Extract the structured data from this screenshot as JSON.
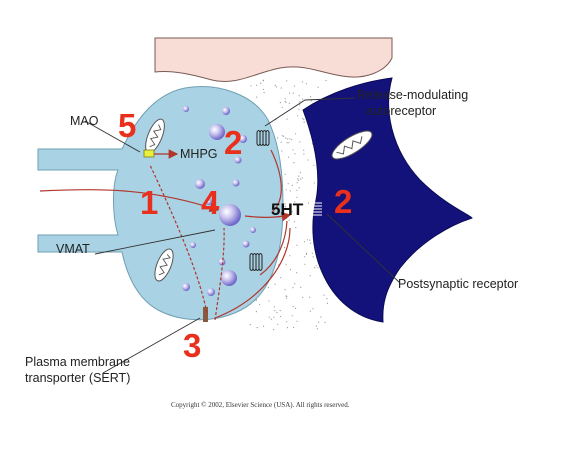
{
  "labels": {
    "mao": "MAO",
    "mhpg": "MHPG",
    "vmat": "VMAT",
    "sert_line1": "Plasma membrane",
    "sert_line2": "transporter (SERT)",
    "autoreceptor_line1": "Release-modulating",
    "autoreceptor_line2": "autoreceptor",
    "postsynaptic": "Postsynaptic receptor",
    "neurotransmitter": "5HT"
  },
  "numbers": {
    "n1": "1",
    "n2_auto": "2",
    "n2_post": "2",
    "n3": "3",
    "n4": "4",
    "n5": "5"
  },
  "copyright": "Copyright © 2002, Elsevier Science (USA). All rights reserved.",
  "colors": {
    "presynaptic": "#a9d3e4",
    "postsynaptic": "#12127a",
    "dendrite": "#f8dcd6",
    "numbers": "#e8301c",
    "pathway": "#b0362c"
  }
}
